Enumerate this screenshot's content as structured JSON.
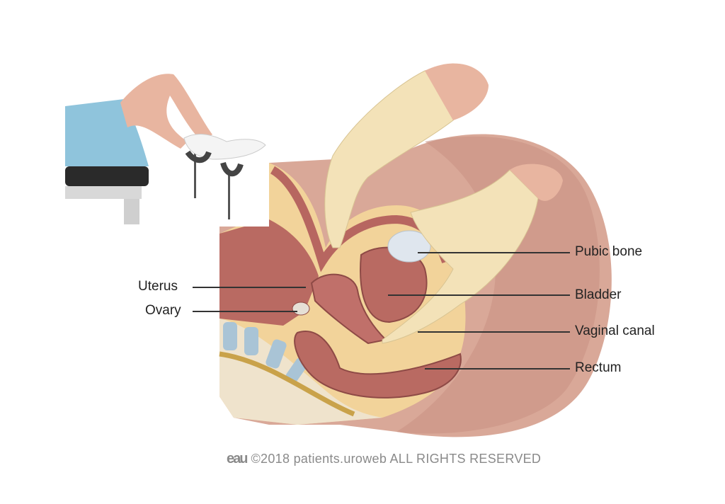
{
  "labels": {
    "pubic_bone": "Pubic bone",
    "bladder": "Bladder",
    "vaginal_canal": "Vaginal canal",
    "rectum": "Rectum",
    "uterus": "Uterus",
    "ovary": "Ovary"
  },
  "footer": {
    "logo": "eau",
    "copyright": "©2018 patients.uroweb ALL RIGHTS RESERVED"
  }
}
